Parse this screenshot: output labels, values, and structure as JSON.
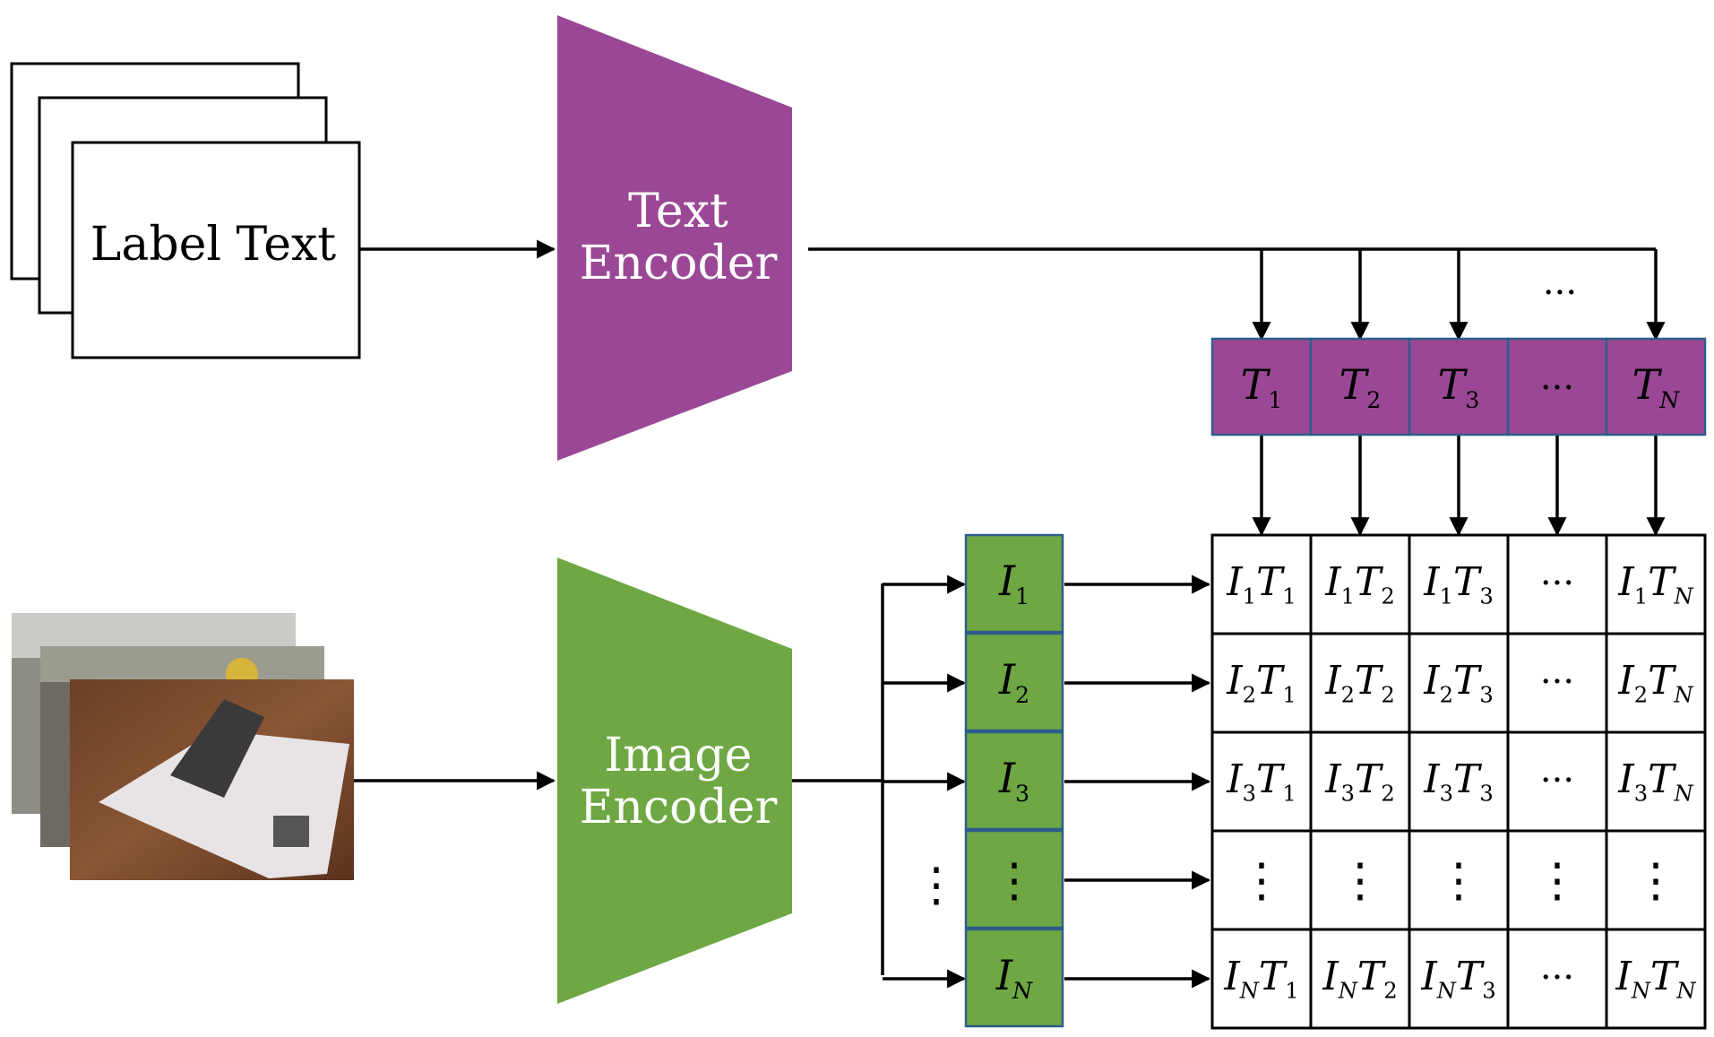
{
  "colors": {
    "text_encoder": "#9a4895",
    "image_encoder": "#6ea743",
    "cell_border": "#2e5d8a",
    "line": "#000000"
  },
  "label_text": "Label Text",
  "text_encoder": {
    "line1": "Text",
    "line2": "Encoder"
  },
  "image_encoder": {
    "line1": "Image",
    "line2": "Encoder"
  },
  "images_icon": "stacked-photos-icon",
  "text_tokens": [
    {
      "sym": "T",
      "sub": "1"
    },
    {
      "sym": "T",
      "sub": "2"
    },
    {
      "sym": "T",
      "sub": "3"
    },
    {
      "ellipsis": "···"
    },
    {
      "sym": "T",
      "sub": "N"
    }
  ],
  "image_tokens": [
    {
      "sym": "I",
      "sub": "1"
    },
    {
      "sym": "I",
      "sub": "2"
    },
    {
      "sym": "I",
      "sub": "3"
    },
    {
      "vdots": "⋮"
    },
    {
      "sym": "I",
      "sub": "N"
    }
  ],
  "top_ellipsis": "···",
  "left_vdots": "⋮"
}
